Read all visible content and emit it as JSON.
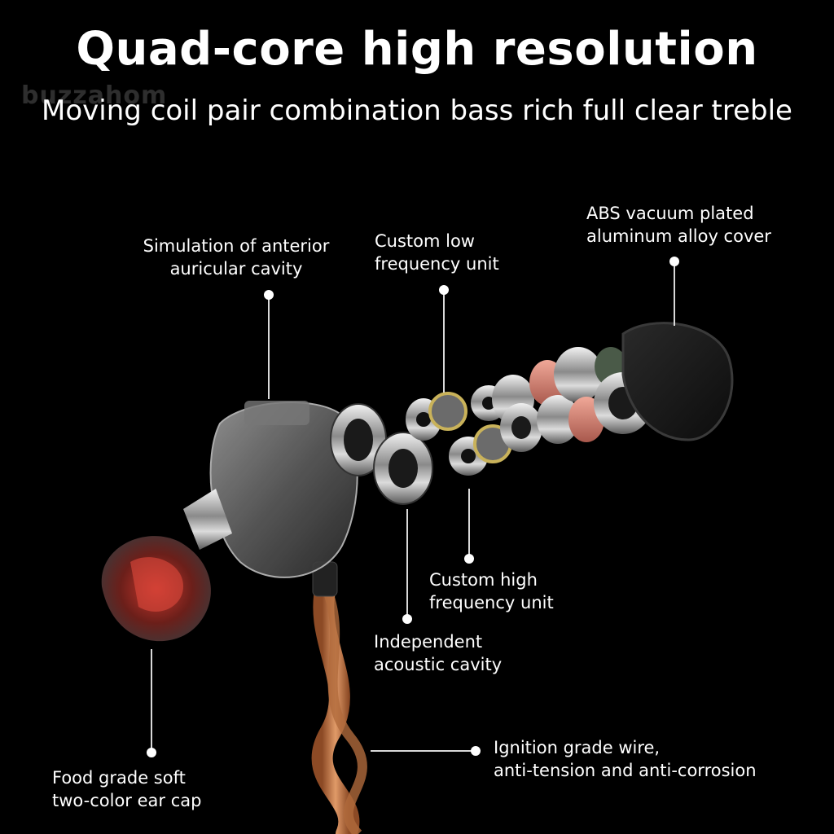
{
  "header": {
    "title": "Quad-core high resolution",
    "subtitle": "Moving coil pair combination bass rich full clear treble",
    "watermark": "buzzahom"
  },
  "callouts": {
    "anterior_cavity": {
      "line1": "Simulation of anterior",
      "line2": "auricular cavity"
    },
    "low_freq_unit": {
      "line1": "Custom low",
      "line2": "frequency unit"
    },
    "abs_cover": {
      "line1": "ABS vacuum plated",
      "line2": "aluminum alloy cover"
    },
    "high_freq_unit": {
      "line1": "Custom high",
      "line2": "frequency unit"
    },
    "acoustic_cavity": {
      "line1": "Independent",
      "line2": "acoustic cavity"
    },
    "wire": {
      "line1": "Ignition grade wire,",
      "line2": "anti-tension and anti-corrosion"
    },
    "ear_cap": {
      "line1": "Food grade soft",
      "line2": "two-color ear cap"
    }
  },
  "colors": {
    "background": "#000000",
    "text": "#ffffff",
    "leader_line": "#d9d9d9",
    "copper": "#c97a4a",
    "ear_cap_red": "#b8322a"
  }
}
